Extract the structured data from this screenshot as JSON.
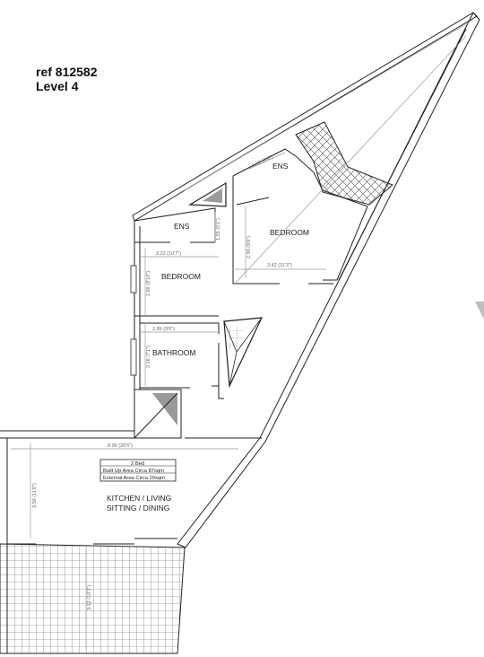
{
  "header": {
    "ref_line": "ref 812582",
    "level_line": "Level 4"
  },
  "rooms": {
    "ens_top": "ENS",
    "bedroom_right": "BEDROOM",
    "ens_left": "ENS",
    "bedroom_left": "BEDROOM",
    "bathroom": "BATHROOM",
    "kitchen_line1": "KITCHEN / LIVING",
    "kitchen_line2": "SITTING / DINING"
  },
  "dimensions": {
    "ens_top_width": "1.92 (6'4\")",
    "ens_left_height": "1.55 (5'1\")",
    "bedroom_right_height": "2.90 (9'6\")",
    "bedroom_left_width": "3.22 (10'7\")",
    "bedroom_right_width": "3.42 (11'3\")",
    "bedroom_left_height": "2.69 (8'10\")",
    "bathroom_width": "2.89 (9'6\")",
    "bathroom_height": "2.16 (7'1\")",
    "living_width": "8.06 (26'5\")",
    "living_height": "3.50 (11'6\")",
    "terrace_height": "3.12 (10'3\")"
  },
  "area_box": {
    "line1": "2 Bed",
    "line2": "Built Up Area Circa 87sqm",
    "line3": "External Area Circa 20sqm"
  },
  "colors": {
    "wall": "#222222",
    "dimension": "#9a9a9a",
    "hatch": "#555555",
    "shaft_fill": "#9a9a9a"
  }
}
